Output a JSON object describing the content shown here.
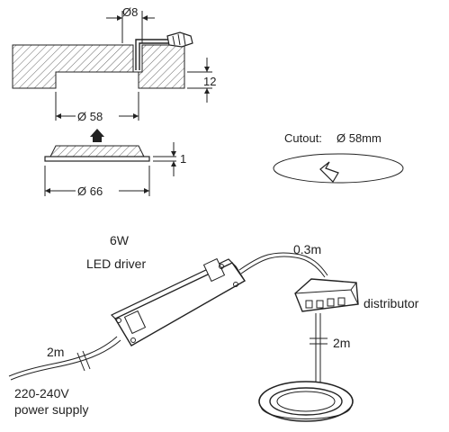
{
  "dimensions": {
    "cable_hole": "Ø8",
    "recess_depth": "12",
    "body_diameter": "Ø 58",
    "flange_thickness": "1",
    "flange_diameter": "Ø 66"
  },
  "cutout": {
    "label": "Cutout:",
    "value": "Ø 58mm"
  },
  "driver": {
    "power": "6W",
    "name": "LED driver"
  },
  "cables": {
    "driver_to_distributor": "0.3m",
    "supply_cable": "2m",
    "light_cable": "2m"
  },
  "distributor_label": "distributor",
  "supply": {
    "voltage": "220-240V",
    "label": "power supply"
  }
}
